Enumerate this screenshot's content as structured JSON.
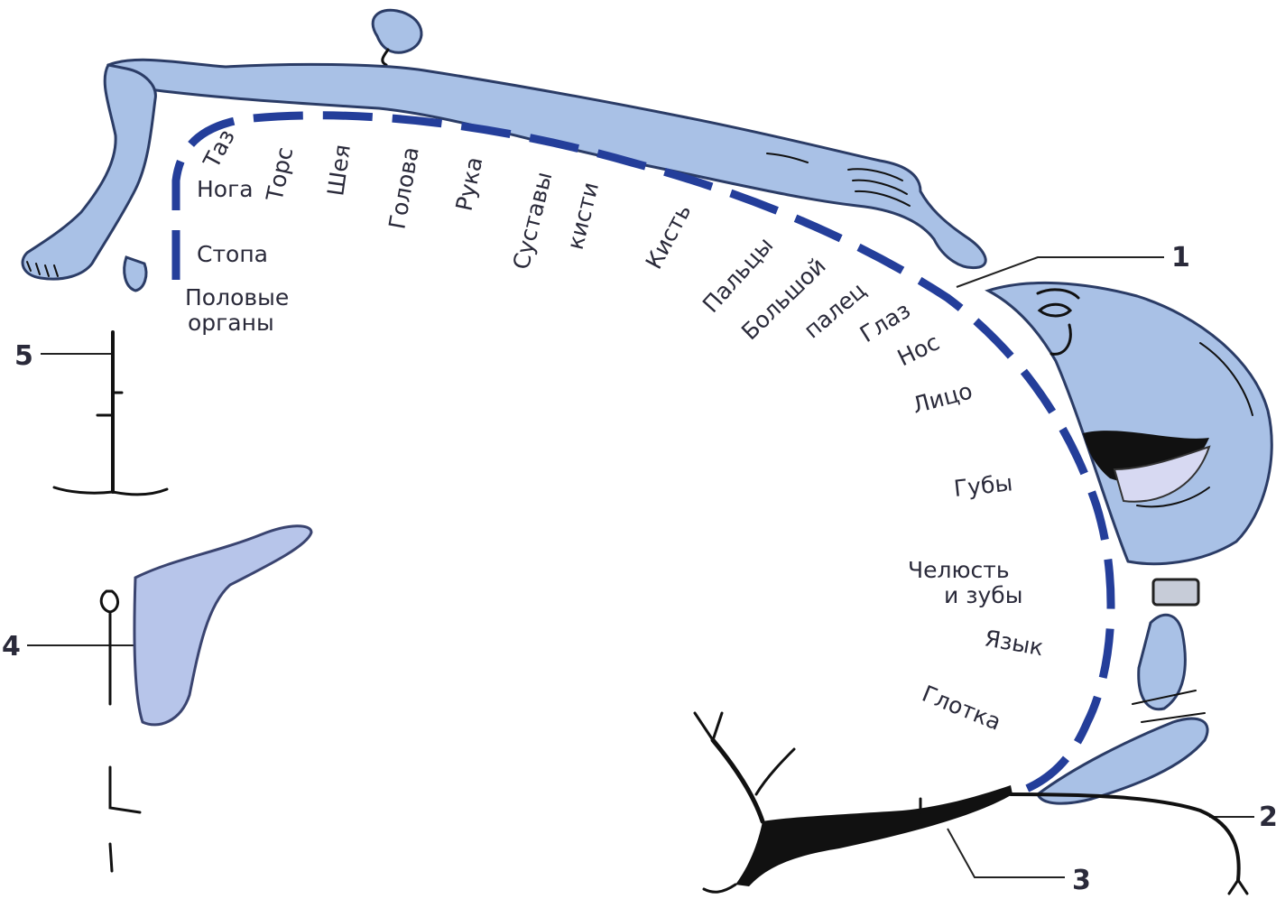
{
  "labels": {
    "pelvis": "Таз",
    "torso": "Торс",
    "leg": "Нога",
    "neck": "Шея",
    "head": "Голова",
    "arm": "Рука",
    "hand_joints_1": "Суставы",
    "hand_joints_2": "кисти",
    "hand": "Кисть",
    "foot": "Стопа",
    "fingers": "Пальцы",
    "thumb_1": "Большой",
    "thumb_2": "палец",
    "eye": "Глаз",
    "nose": "Нос",
    "face": "Лицо",
    "lips": "Губы",
    "jaw_1": "Челюсть",
    "jaw_2": "и зубы",
    "tongue": "Язык",
    "pharynx": "Глотка",
    "genitals_1": "Половые",
    "genitals_2": "органы"
  },
  "callouts": {
    "c1": "1",
    "c2": "2",
    "c3": "3",
    "c4": "4",
    "c5": "5"
  },
  "colors": {
    "dash": "#243e9a",
    "body": "#a9c1e6",
    "pale": "#b7c5ea"
  }
}
